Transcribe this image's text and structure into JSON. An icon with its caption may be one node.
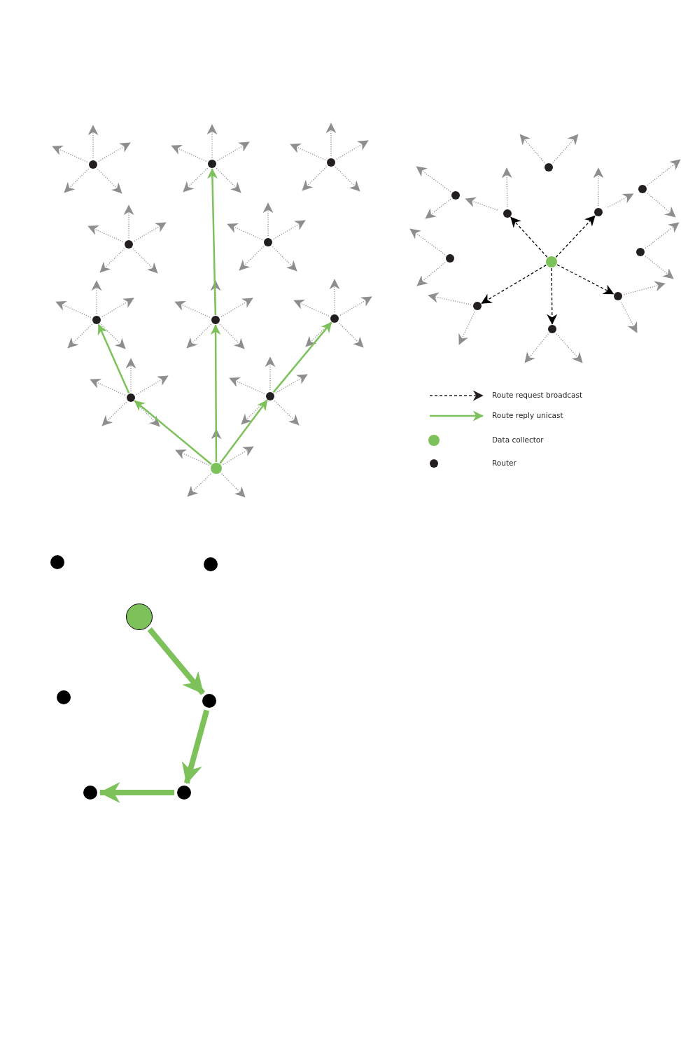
{
  "diagram": {
    "nodes": [
      {
        "text": [],
        "shape": "circle"
      },
      {
        "text": [],
        "shape": "circle"
      },
      {
        "text": [],
        "shape": "circle"
      },
      {
        "text": [],
        "shape": "circle"
      },
      {
        "text": [],
        "shape": "circle"
      },
      {
        "text": [],
        "shape": "circle"
      },
      {
        "text": [],
        "shape": "circle"
      },
      {
        "text": [],
        "shape": "circle"
      },
      {
        "text": [],
        "shape": "circle"
      },
      {
        "text": [],
        "shape": "circle"
      },
      {
        "text": [],
        "shape": "circle"
      },
      {
        "text": [],
        "shape": "circle"
      },
      {
        "text": [],
        "shape": "circle"
      },
      {
        "text": [],
        "shape": "circle"
      },
      {
        "text": [],
        "shape": "circle"
      },
      {
        "text": [],
        "shape": "circle"
      },
      {
        "text": [],
        "shape": "circle"
      },
      {
        "text": [],
        "shape": "circle"
      },
      {
        "text": [],
        "shape": "circle"
      },
      {
        "text": [],
        "shape": "circle"
      },
      {
        "text": [],
        "shape": "circle"
      },
      {
        "text": [],
        "shape": "circle"
      },
      {
        "text": [],
        "shape": "circle"
      },
      {
        "text": [],
        "shape": "circle"
      },
      {
        "text": [],
        "shape": "circle"
      },
      {
        "text": [],
        "shape": "circle"
      },
      {
        "text": [],
        "shape": "circle"
      },
      {
        "text": [],
        "shape": "circle"
      },
      {
        "text": [],
        "shape": "circle"
      }
    ],
    "edges": [
      {
        "from": 0,
        "to": null,
        "arrow": "to",
        "style": "dashed"
      },
      {
        "from": 0,
        "to": null,
        "arrow": "to",
        "style": "dashed"
      },
      {
        "from": 0,
        "to": null,
        "arrow": "to",
        "style": "dashed"
      },
      {
        "from": 0,
        "to": null,
        "arrow": "to",
        "style": "dashed"
      },
      {
        "from": 0,
        "to": null,
        "arrow": "to",
        "style": "dashed"
      },
      {
        "from": 1,
        "to": null,
        "arrow": "to",
        "style": "dashed"
      },
      {
        "from": 1,
        "to": null,
        "arrow": "to",
        "style": "dashed"
      },
      {
        "from": 1,
        "to": null,
        "arrow": "to",
        "style": "dashed"
      },
      {
        "from": 1,
        "to": null,
        "arrow": "to",
        "style": "dashed"
      },
      {
        "from": 1,
        "to": null,
        "arrow": "to",
        "style": "dashed"
      },
      {
        "from": 2,
        "to": null,
        "arrow": "to",
        "style": "dashed"
      },
      {
        "from": 2,
        "to": null,
        "arrow": "to",
        "style": "dashed"
      },
      {
        "from": 2,
        "to": null,
        "arrow": "to",
        "style": "dashed"
      },
      {
        "from": 2,
        "to": null,
        "arrow": "to",
        "style": "dashed"
      },
      {
        "from": 2,
        "to": null,
        "arrow": "to",
        "style": "dashed"
      },
      {
        "from": 3,
        "to": null,
        "arrow": "to",
        "style": "dashed"
      },
      {
        "from": 3,
        "to": null,
        "arrow": "to",
        "style": "dashed"
      },
      {
        "from": 3,
        "to": null,
        "arrow": "to",
        "style": "dashed"
      },
      {
        "from": 3,
        "to": null,
        "arrow": "to",
        "style": "dashed"
      },
      {
        "from": 3,
        "to": null,
        "arrow": "to",
        "style": "dashed"
      },
      {
        "from": 4,
        "to": null,
        "arrow": "to",
        "style": "dashed"
      },
      {
        "from": 4,
        "to": null,
        "arrow": "to",
        "style": "dashed"
      },
      {
        "from": 4,
        "to": null,
        "arrow": "to",
        "style": "dashed"
      },
      {
        "from": 4,
        "to": null,
        "arrow": "to",
        "style": "dashed"
      },
      {
        "from": 4,
        "to": null,
        "arrow": "to",
        "style": "dashed"
      },
      {
        "from": 5,
        "to": null,
        "arrow": "to",
        "style": "dashed"
      },
      {
        "from": 5,
        "to": null,
        "arrow": "to",
        "style": "dashed"
      },
      {
        "from": 5,
        "to": null,
        "arrow": "to",
        "style": "dashed"
      },
      {
        "from": 5,
        "to": null,
        "arrow": "to",
        "style": "dashed"
      },
      {
        "from": 5,
        "to": null,
        "arrow": "to",
        "style": "dashed"
      },
      {
        "from": 6,
        "to": null,
        "arrow": "to",
        "style": "dashed"
      },
      {
        "from": 6,
        "to": null,
        "arrow": "to",
        "style": "dashed"
      },
      {
        "from": 6,
        "to": null,
        "arrow": "to",
        "style": "dashed"
      },
      {
        "from": 6,
        "to": null,
        "arrow": "to",
        "style": "dashed"
      },
      {
        "from": 6,
        "to": null,
        "arrow": "to",
        "style": "dashed"
      },
      {
        "from": 7,
        "to": null,
        "arrow": "to",
        "style": "dashed"
      },
      {
        "from": 7,
        "to": null,
        "arrow": "to",
        "style": "dashed"
      },
      {
        "from": 7,
        "to": null,
        "arrow": "to",
        "style": "dashed"
      },
      {
        "from": 7,
        "to": null,
        "arrow": "to",
        "style": "dashed"
      },
      {
        "from": 7,
        "to": null,
        "arrow": "to",
        "style": "dashed"
      },
      {
        "from": 8,
        "to": null,
        "arrow": "to",
        "style": "dashed"
      },
      {
        "from": 8,
        "to": null,
        "arrow": "to",
        "style": "dashed"
      },
      {
        "from": 8,
        "to": null,
        "arrow": "to",
        "style": "dashed"
      },
      {
        "from": 8,
        "to": null,
        "arrow": "to",
        "style": "dashed"
      },
      {
        "from": 8,
        "to": null,
        "arrow": "to",
        "style": "dashed"
      },
      {
        "from": 9,
        "to": null,
        "arrow": "to",
        "style": "dashed"
      },
      {
        "from": 9,
        "to": null,
        "arrow": "to",
        "style": "dashed"
      },
      {
        "from": 9,
        "to": null,
        "arrow": "to",
        "style": "dashed"
      },
      {
        "from": 9,
        "to": null,
        "arrow": "to",
        "style": "dashed"
      },
      {
        "from": 9,
        "to": null,
        "arrow": "to",
        "style": "dashed"
      },
      {
        "from": 10,
        "to": null,
        "arrow": "to",
        "style": "dashed"
      },
      {
        "from": 10,
        "to": null,
        "arrow": "to",
        "style": "dashed"
      },
      {
        "from": 10,
        "to": null,
        "arrow": "to",
        "style": "dashed"
      },
      {
        "from": 10,
        "to": null,
        "arrow": "to",
        "style": "dashed"
      },
      {
        "from": 10,
        "to": null,
        "arrow": "to",
        "style": "dashed"
      },
      {
        "from": 10,
        "to": 8,
        "arrow": "to",
        "color": "#7dc15b"
      },
      {
        "from": 10,
        "to": 6,
        "arrow": "to",
        "color": "#7dc15b"
      },
      {
        "from": 10,
        "to": 9,
        "arrow": "to",
        "color": "#7dc15b"
      },
      {
        "from": 8,
        "to": 5,
        "arrow": "to",
        "color": "#7dc15b"
      },
      {
        "from": 6,
        "to": 1,
        "arrow": "to",
        "color": "#7dc15b"
      },
      {
        "from": 9,
        "to": 7,
        "arrow": "to",
        "color": "#7dc15b"
      },
      {
        "from": 11,
        "to": null,
        "arrow": "to",
        "style": "dashed"
      },
      {
        "from": 11,
        "to": null,
        "arrow": "to",
        "style": "dashed"
      },
      {
        "from": 12,
        "to": null,
        "arrow": "to",
        "style": "dashed"
      },
      {
        "from": 12,
        "to": null,
        "arrow": "to",
        "style": "dashed"
      },
      {
        "from": 13,
        "to": null,
        "arrow": "to",
        "style": "dashed"
      },
      {
        "from": 13,
        "to": null,
        "arrow": "to",
        "style": "dashed"
      },
      {
        "from": 14,
        "to": null,
        "arrow": "to",
        "style": "dashed"
      },
      {
        "from": 14,
        "to": 12,
        "arrow": "to",
        "style": "dashed"
      },
      {
        "from": 15,
        "to": null,
        "arrow": "to",
        "style": "dashed"
      },
      {
        "from": 15,
        "to": 13,
        "arrow": "to",
        "style": "dashed"
      },
      {
        "from": 16,
        "to": null,
        "arrow": "to",
        "style": "dashed"
      },
      {
        "from": 16,
        "to": null,
        "arrow": "to",
        "style": "dashed"
      },
      {
        "from": 17,
        "to": null,
        "arrow": "to",
        "style": "dashed"
      },
      {
        "from": 17,
        "to": null,
        "arrow": "to",
        "style": "dashed"
      },
      {
        "from": 19,
        "to": null,
        "arrow": "to",
        "style": "dashed"
      },
      {
        "from": 19,
        "to": null,
        "arrow": "to",
        "style": "dashed"
      },
      {
        "from": 20,
        "to": null,
        "arrow": "to",
        "style": "dashed"
      },
      {
        "from": 20,
        "to": null,
        "arrow": "to",
        "style": "dashed"
      },
      {
        "from": 21,
        "to": null,
        "arrow": "to",
        "style": "dashed"
      },
      {
        "from": 21,
        "to": null,
        "arrow": "to",
        "style": "dashed"
      },
      {
        "from": 18,
        "to": 14,
        "arrow": "to",
        "style": "dashed",
        "color": "#000000"
      },
      {
        "from": 18,
        "to": 15,
        "arrow": "to",
        "style": "dashed",
        "color": "#000000"
      },
      {
        "from": 18,
        "to": 19,
        "arrow": "to",
        "style": "dashed",
        "color": "#000000"
      },
      {
        "from": 18,
        "to": 21,
        "arrow": "to",
        "style": "dashed",
        "color": "#000000"
      },
      {
        "from": 18,
        "to": 20,
        "arrow": "to",
        "style": "dashed",
        "color": "#000000"
      },
      {
        "from": 24,
        "to": 26,
        "arrow": "to",
        "style": "thick",
        "color": "#7dc15b"
      },
      {
        "from": 26,
        "to": 28,
        "arrow": "to",
        "style": "thick",
        "color": "#7dc15b"
      },
      {
        "from": 28,
        "to": 27,
        "arrow": "to",
        "style": "thick",
        "color": "#7dc15b"
      }
    ],
    "legend": [
      {
        "text": "Route request broadcast"
      },
      {
        "text": "Route reply unicast"
      },
      {
        "text": "Data collector",
        "color": "#7dc15b"
      },
      {
        "text": "Router",
        "color": "#231f20"
      }
    ]
  }
}
